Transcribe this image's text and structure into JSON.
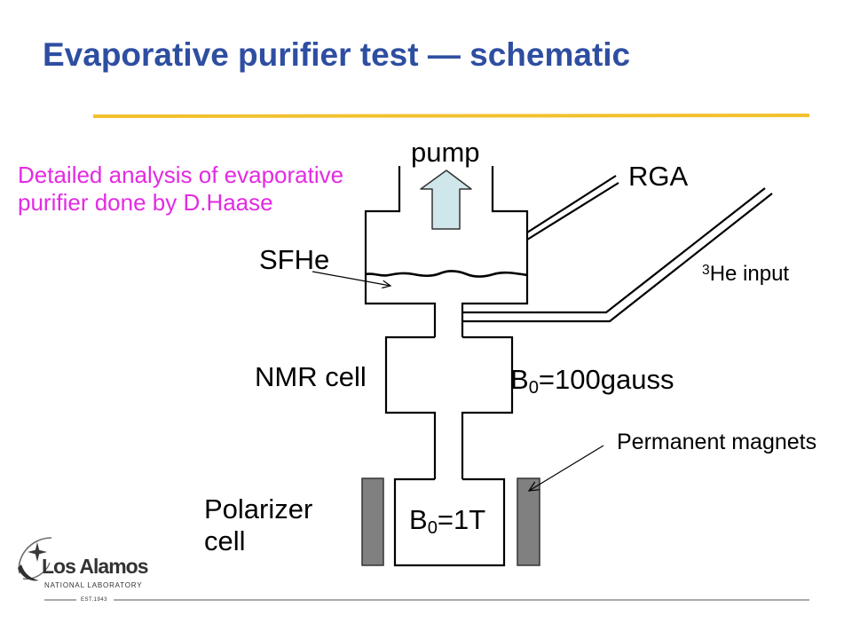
{
  "slide": {
    "title": "Evaporative purifier test — schematic",
    "note_line1": "Detailed analysis of evaporative",
    "note_line2": "purifier done by D.Haase"
  },
  "colors": {
    "title": "#2E4EA1",
    "accent_rule": "#F2C12E",
    "note": "#E22BE2",
    "pump_arrow_fill": "#CFE7EA",
    "magnet_fill": "#808080"
  },
  "diagram": {
    "labels": {
      "pump": "pump",
      "rga": "RGA",
      "sfhe": "SFHe",
      "he_input_mass": "3",
      "he_input": "He input",
      "nmr_cell": "NMR cell",
      "b_field_nmr": {
        "symbol": "B",
        "sub": "0",
        "value": "=100gauss"
      },
      "permanent_magnets": "Permanent magnets",
      "polarizer_line1": "Polarizer",
      "polarizer_line2": "cell",
      "b_field_polarizer": {
        "symbol": "B",
        "sub": "0",
        "value": "=1T"
      }
    },
    "icons": [
      "pump-arrow-icon",
      "los-alamos-logo-icon"
    ]
  },
  "logo": {
    "name": "Los Alamos",
    "subtitle": "NATIONAL LABORATORY",
    "established": "EST.1943"
  }
}
